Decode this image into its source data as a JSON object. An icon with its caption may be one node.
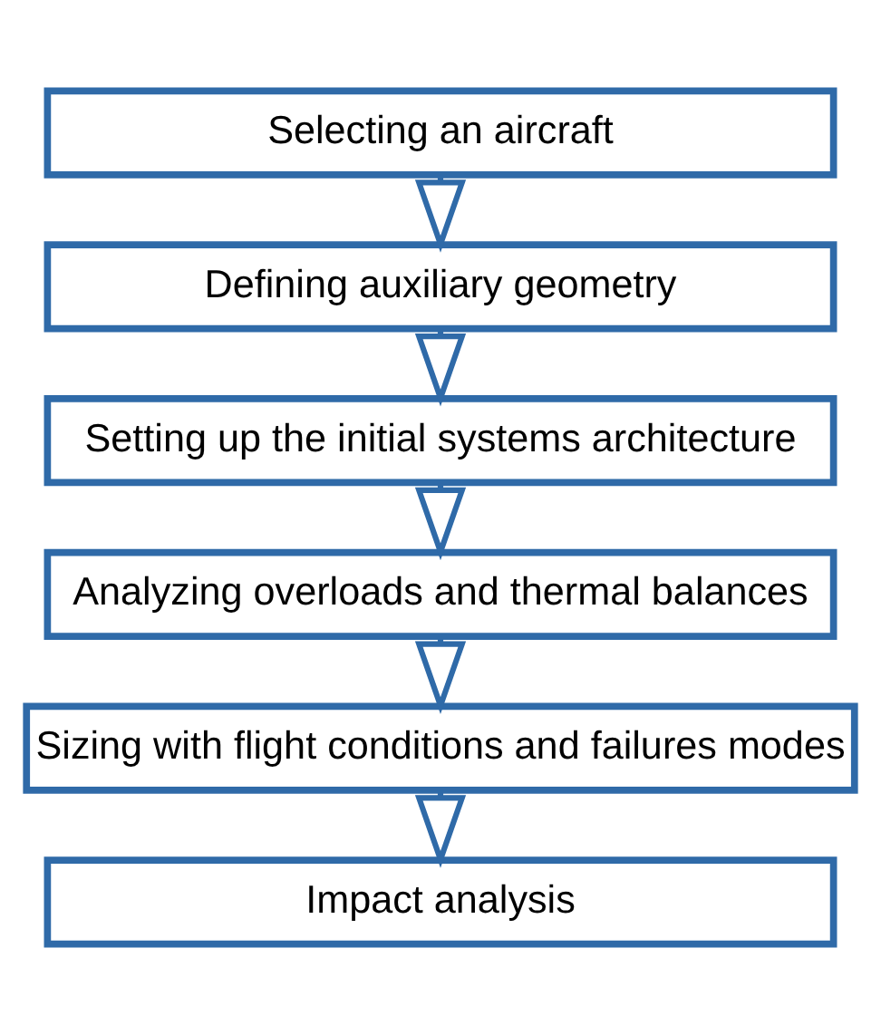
{
  "diagram": {
    "nodes": [
      {
        "text": [
          "Selecting an aircraft"
        ]
      },
      {
        "text": [
          "Defining auxiliary geometry"
        ]
      },
      {
        "text": [
          "Setting up the initial systems architecture"
        ]
      },
      {
        "text": [
          "Analyzing overloads and thermal balances"
        ]
      },
      {
        "text": [
          "Sizing with flight conditions and failures modes"
        ]
      },
      {
        "text": [
          "Impact analysis"
        ]
      }
    ],
    "edges": [
      {
        "from": 0,
        "to": 1,
        "arrow": "to"
      },
      {
        "from": 1,
        "to": 2,
        "arrow": "to"
      },
      {
        "from": 2,
        "to": 3,
        "arrow": "to"
      },
      {
        "from": 3,
        "to": 4,
        "arrow": "to"
      },
      {
        "from": 4,
        "to": 5,
        "arrow": "to"
      }
    ]
  }
}
